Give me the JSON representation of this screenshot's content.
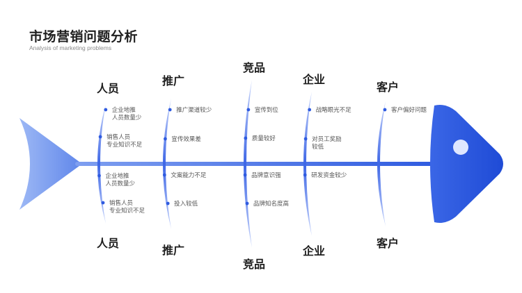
{
  "header": {
    "title": "市场营销问题分析",
    "subtitle": "Analysis of marketing problems"
  },
  "colors": {
    "primary": "#2f5be0",
    "light": "#8aa9f2",
    "text": "#555555",
    "heading": "#1e1e1e"
  },
  "bones": [
    {
      "top_label": "人员",
      "bottom_label": "人员",
      "top_items": [
        [
          "企业地推",
          "人员数量少"
        ],
        [
          "销售人员",
          "专业知识不足"
        ]
      ],
      "bottom_items": [
        [
          "企业地推",
          "人员数量少"
        ],
        [
          "销售人员",
          "专业知识不足"
        ]
      ]
    },
    {
      "top_label": "推广",
      "bottom_label": "推广",
      "top_items": [
        [
          "推广渠道较少"
        ],
        [
          "宣传效果差"
        ]
      ],
      "bottom_items": [
        [
          "文案能力不足"
        ],
        [
          "投入较低"
        ]
      ]
    },
    {
      "top_label": "竞品",
      "bottom_label": "竞品",
      "top_items": [
        [
          "宣传到位"
        ],
        [
          "质量较好"
        ]
      ],
      "bottom_items": [
        [
          "品牌意识强"
        ],
        [
          "品牌知名度高"
        ]
      ]
    },
    {
      "top_label": "企业",
      "bottom_label": "企业",
      "top_items": [
        [
          "战略眼光不足"
        ],
        [
          "对员工奖励",
          "较低"
        ]
      ],
      "bottom_items": [
        [
          "研发资金较少"
        ]
      ]
    },
    {
      "top_label": "客户",
      "bottom_label": "客户",
      "top_items": [
        [
          "客户偏好问题"
        ]
      ],
      "bottom_items": []
    }
  ]
}
